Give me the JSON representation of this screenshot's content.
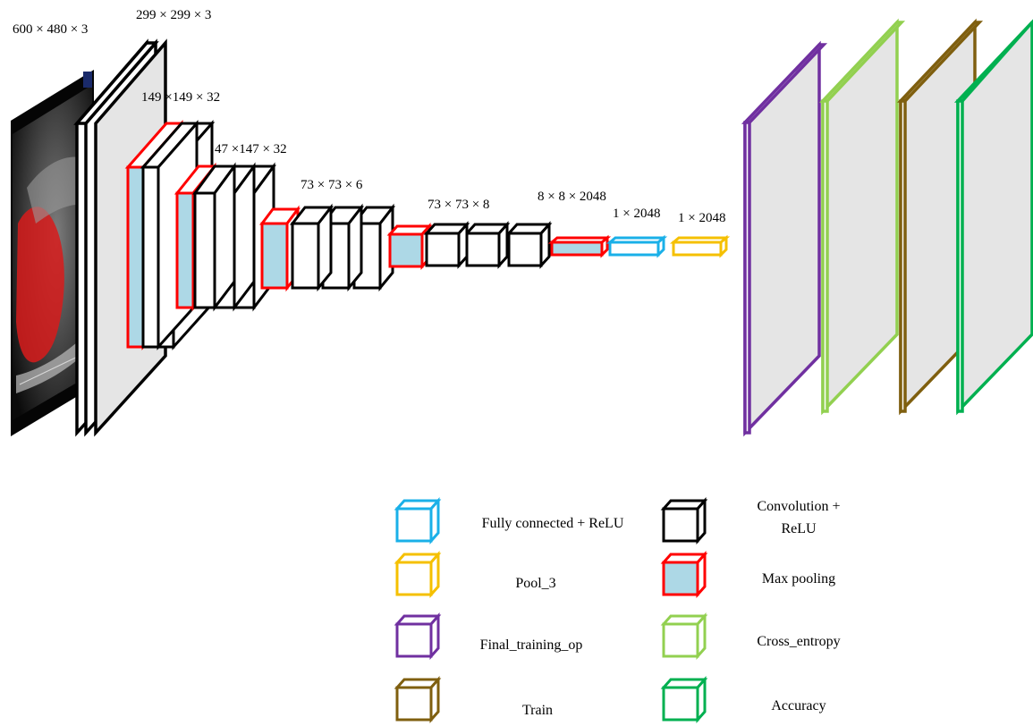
{
  "colors": {
    "conv": "#000000",
    "maxpool": "#ff0000",
    "maxpool_fill": "#add8e6",
    "fully_connected": "#1ab0e8",
    "pool3": "#f5c000",
    "final_training_op": "#7030a0",
    "cross_entropy": "#92d050",
    "train": "#7f5f0f",
    "accuracy": "#00b050",
    "slab_fill": "#e5e5e5",
    "plain_fill": "#ffffff"
  },
  "dimension_labels": [
    "600 × 480 × 3",
    "299 × 299 × 3",
    "149 ×149 × 32",
    "47 ×147 × 32",
    "73 × 73 × 6",
    "73 × 73 × 8",
    "8 × 8 × 2048",
    "1 × 2048",
    "1 × 2048"
  ],
  "legend": [
    {
      "label": "Fully connected + ReLU",
      "color_key": "fully_connected",
      "icon": "blue-cube-icon"
    },
    {
      "label": "Convolution +",
      "label2": "ReLU",
      "color_key": "conv",
      "icon": "black-cube-icon"
    },
    {
      "label": "Pool_3",
      "color_key": "pool3",
      "icon": "yellow-cube-icon"
    },
    {
      "label": "Max pooling",
      "color_key": "maxpool",
      "icon": "red-cube-icon"
    },
    {
      "label": "Final_training_op",
      "color_key": "final_training_op",
      "icon": "purple-cube-icon"
    },
    {
      "label": "Cross_entropy",
      "color_key": "cross_entropy",
      "icon": "light-green-cube-icon"
    },
    {
      "label": "Train",
      "color_key": "train",
      "icon": "brown-cube-icon"
    },
    {
      "label": "Accuracy",
      "color_key": "accuracy",
      "icon": "green-cube-icon"
    }
  ]
}
